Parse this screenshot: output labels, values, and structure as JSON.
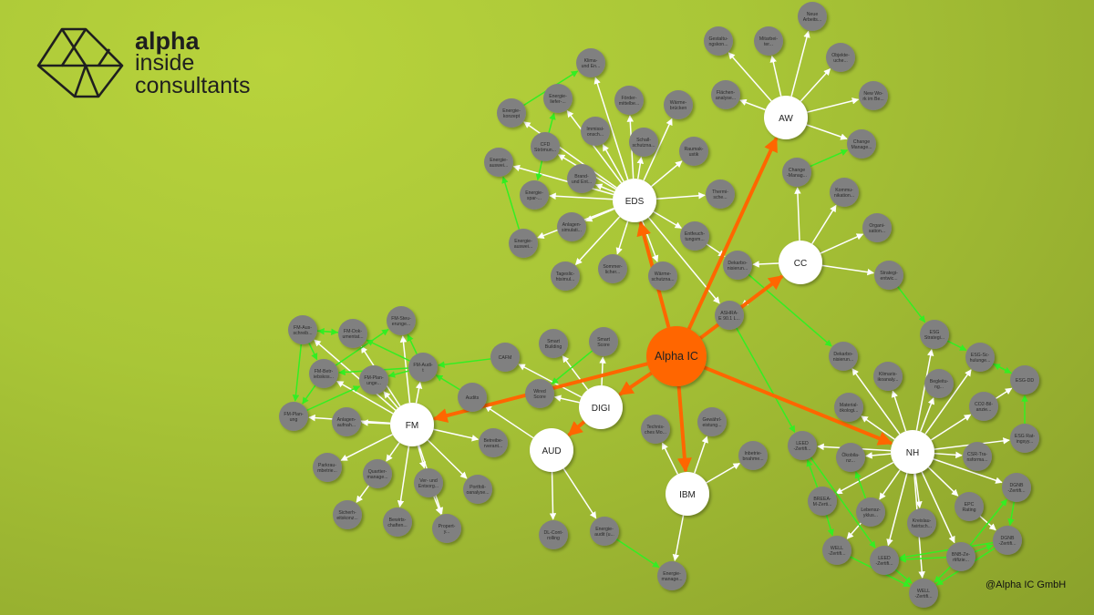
{
  "brand": {
    "line1": "alpha",
    "line2": "inside",
    "line3": "consultants"
  },
  "copyright": "@Alpha IC GmbH",
  "colors": {
    "orange": "#ff6600",
    "green": "#33ee22",
    "white": "#ffffff",
    "node_gray": "#808080"
  },
  "nodes": [
    {
      "id": "ALPHA",
      "label": "Alpha IC",
      "kind": "root"
    },
    {
      "id": "EDS",
      "label": "EDS",
      "kind": "hub"
    },
    {
      "id": "AW",
      "label": "AW",
      "kind": "hub"
    },
    {
      "id": "CC",
      "label": "CC",
      "kind": "hub"
    },
    {
      "id": "NH",
      "label": "NH",
      "kind": "hub"
    },
    {
      "id": "FM",
      "label": "FM",
      "kind": "hub"
    },
    {
      "id": "DIGI",
      "label": "DIGI",
      "kind": "hub"
    },
    {
      "id": "AUD",
      "label": "AUD",
      "kind": "hub"
    },
    {
      "id": "IBM",
      "label": "IBM",
      "kind": "hub"
    },
    {
      "id": "e1",
      "label": "Klima-\nund En..."
    },
    {
      "id": "e2",
      "label": "Energie-\nkonzept"
    },
    {
      "id": "e3",
      "label": "Energie-\nliefer-..."
    },
    {
      "id": "e4",
      "label": "Förder-\nmittelbe..."
    },
    {
      "id": "e5",
      "label": "Wärme-\nbrücken"
    },
    {
      "id": "e6",
      "label": "Immissi-\nonsch..."
    },
    {
      "id": "e7",
      "label": "CFD\nStrömun..."
    },
    {
      "id": "e8",
      "label": "Schall-\nschutzna..."
    },
    {
      "id": "e9",
      "label": "Raumak-\nustik"
    },
    {
      "id": "e10",
      "label": "Energie-\nauswei..."
    },
    {
      "id": "e11",
      "label": "Brand-\nund Ent..."
    },
    {
      "id": "e12",
      "label": "Energie-\nspar-..."
    },
    {
      "id": "e13",
      "label": "Thermi-\nsche..."
    },
    {
      "id": "e14",
      "label": "Anlagen-\nsimulati..."
    },
    {
      "id": "e15",
      "label": "Energie-\nauswei..."
    },
    {
      "id": "e16",
      "label": "Entfeuch-\ntungsm..."
    },
    {
      "id": "e17",
      "label": "Tageslic-\nhtsimul..."
    },
    {
      "id": "e18",
      "label": "Sommer-\nlicher..."
    },
    {
      "id": "e19",
      "label": "Wärme-\nschutzna..."
    },
    {
      "id": "a1",
      "label": "Neue\nArbeits..."
    },
    {
      "id": "a2",
      "label": "Gestaltu-\nngskon..."
    },
    {
      "id": "a3",
      "label": "Mitarbei-\nter..."
    },
    {
      "id": "a4",
      "label": "Objekte-\nuche..."
    },
    {
      "id": "a5",
      "label": "Flächen-\nanalyse..."
    },
    {
      "id": "a6",
      "label": "New Wo-\nrk im Be..."
    },
    {
      "id": "a7",
      "label": "Change\nManage..."
    },
    {
      "id": "c1",
      "label": "Change\n-Manag..."
    },
    {
      "id": "c2",
      "label": "Kommu-\nnikation..."
    },
    {
      "id": "c3",
      "label": "Organi-\nsation..."
    },
    {
      "id": "c4",
      "label": "Strategi-\nentwic..."
    },
    {
      "id": "c5",
      "label": "Dekarbo-\nnisierun..."
    },
    {
      "id": "c6",
      "label": "ASHRA-\nE 90.1 L..."
    },
    {
      "id": "n1",
      "label": "ESG\nStrategi..."
    },
    {
      "id": "n2",
      "label": "Dekarbo-\nnisierun..."
    },
    {
      "id": "n3",
      "label": "Klimaris-\nikoanaly..."
    },
    {
      "id": "n4",
      "label": "ESG-Sc-\nhulunge..."
    },
    {
      "id": "n5",
      "label": "Begleitu-\nng..."
    },
    {
      "id": "n6",
      "label": "ESG-DD"
    },
    {
      "id": "n7",
      "label": "Material-\nökologi..."
    },
    {
      "id": "n8",
      "label": "CO2-Bil-\nanzie..."
    },
    {
      "id": "n9",
      "label": "ESG Rat-\ningsyy..."
    },
    {
      "id": "n10",
      "label": "LEED\n-Zertifi..."
    },
    {
      "id": "n11",
      "label": "Ökobila-\nnz..."
    },
    {
      "id": "n12",
      "label": "CSR-Tra-\nnsforma..."
    },
    {
      "id": "n13",
      "label": "BREEA-\nM-Zerti..."
    },
    {
      "id": "n14",
      "label": "Lebensz-\nyklus..."
    },
    {
      "id": "n15",
      "label": "EPC\nRating"
    },
    {
      "id": "n16",
      "label": "DGNB\n-Zertifi..."
    },
    {
      "id": "n17",
      "label": "Kreislau-\nfwirtsch..."
    },
    {
      "id": "n18",
      "label": "DGNB\n-Zertifi..."
    },
    {
      "id": "n19",
      "label": "WELL\n-Zertifi..."
    },
    {
      "id": "n20",
      "label": "LEED\n-Zertifi..."
    },
    {
      "id": "n21",
      "label": "BNB-Ze-\nrtifizie..."
    },
    {
      "id": "n22",
      "label": "WELL\n-Zertifi..."
    },
    {
      "id": "f1",
      "label": "FM-Aus-\nschreib..."
    },
    {
      "id": "f2",
      "label": "FM-Dok-\numentat..."
    },
    {
      "id": "f3",
      "label": "FM-Steu-\nerunge..."
    },
    {
      "id": "f4",
      "label": "FM-Betr-\niebskos..."
    },
    {
      "id": "f5",
      "label": "FM-Plan-\nunge..."
    },
    {
      "id": "f6",
      "label": "FM-Audi-\nt"
    },
    {
      "id": "f7",
      "label": "CAFM"
    },
    {
      "id": "f8",
      "label": "FM-Plan-\nung"
    },
    {
      "id": "f9",
      "label": "Anlagen-\naufnah..."
    },
    {
      "id": "f10",
      "label": "Audits"
    },
    {
      "id": "f11",
      "label": "Betreibe-\nrverant..."
    },
    {
      "id": "f12",
      "label": "Parkrau-\nmbetrie..."
    },
    {
      "id": "f13",
      "label": "Quartier-\nmanage..."
    },
    {
      "id": "f14",
      "label": "Ver- und\nEntsorg..."
    },
    {
      "id": "f15",
      "label": "Portfoli-\noanalyse..."
    },
    {
      "id": "f16",
      "label": "Sicherh-\neitskonz..."
    },
    {
      "id": "f17",
      "label": "Bewirts-\nchaften..."
    },
    {
      "id": "f18",
      "label": "Propert-\ny..."
    },
    {
      "id": "d1",
      "label": "Smart\nBuilding"
    },
    {
      "id": "d2",
      "label": "Smart\nScore"
    },
    {
      "id": "d3",
      "label": "Wired\nScore"
    },
    {
      "id": "u1",
      "label": "DL-Cont-\nrolling"
    },
    {
      "id": "u2",
      "label": "Energie-\naudit (u..."
    },
    {
      "id": "i1",
      "label": "Technis-\nches Mo..."
    },
    {
      "id": "i2",
      "label": "Gewährl-\neistung..."
    },
    {
      "id": "i3",
      "label": "Inbetrie-\nbnahme..."
    },
    {
      "id": "i4",
      "label": "Energie-\nmanage..."
    }
  ],
  "edges": {
    "orange": [
      [
        "ALPHA",
        "EDS"
      ],
      [
        "ALPHA",
        "AW"
      ],
      [
        "ALPHA",
        "CC"
      ],
      [
        "ALPHA",
        "NH"
      ],
      [
        "ALPHA",
        "FM"
      ],
      [
        "ALPHA",
        "DIGI"
      ],
      [
        "ALPHA",
        "IBM"
      ],
      [
        "DIGI",
        "AUD"
      ]
    ],
    "white": [
      [
        "EDS",
        "e1"
      ],
      [
        "EDS",
        "e2"
      ],
      [
        "EDS",
        "e3"
      ],
      [
        "EDS",
        "e4"
      ],
      [
        "EDS",
        "e5"
      ],
      [
        "EDS",
        "e6"
      ],
      [
        "EDS",
        "e7"
      ],
      [
        "EDS",
        "e8"
      ],
      [
        "EDS",
        "e9"
      ],
      [
        "EDS",
        "e10"
      ],
      [
        "EDS",
        "e11"
      ],
      [
        "EDS",
        "e12"
      ],
      [
        "EDS",
        "e13"
      ],
      [
        "EDS",
        "e14"
      ],
      [
        "EDS",
        "e15"
      ],
      [
        "EDS",
        "e16"
      ],
      [
        "EDS",
        "e17"
      ],
      [
        "EDS",
        "e18"
      ],
      [
        "EDS",
        "e19"
      ],
      [
        "EDS",
        "c6"
      ],
      [
        "e16",
        "c5"
      ],
      [
        "AW",
        "a1"
      ],
      [
        "AW",
        "a2"
      ],
      [
        "AW",
        "a3"
      ],
      [
        "AW",
        "a4"
      ],
      [
        "AW",
        "a5"
      ],
      [
        "AW",
        "a6"
      ],
      [
        "AW",
        "a7"
      ],
      [
        "CC",
        "c1"
      ],
      [
        "CC",
        "c2"
      ],
      [
        "CC",
        "c3"
      ],
      [
        "CC",
        "c4"
      ],
      [
        "CC",
        "c5"
      ],
      [
        "CC",
        "c6"
      ],
      [
        "NH",
        "n1"
      ],
      [
        "NH",
        "n2"
      ],
      [
        "NH",
        "n3"
      ],
      [
        "NH",
        "n4"
      ],
      [
        "NH",
        "n5"
      ],
      [
        "NH",
        "n7"
      ],
      [
        "NH",
        "n8"
      ],
      [
        "NH",
        "n9"
      ],
      [
        "NH",
        "n10"
      ],
      [
        "NH",
        "n11"
      ],
      [
        "NH",
        "n12"
      ],
      [
        "NH",
        "n13"
      ],
      [
        "NH",
        "n14"
      ],
      [
        "NH",
        "n15"
      ],
      [
        "NH",
        "n16"
      ],
      [
        "NH",
        "n17"
      ],
      [
        "NH",
        "n20"
      ],
      [
        "NH",
        "n21"
      ],
      [
        "NH",
        "n22"
      ],
      [
        "n8",
        "n6"
      ],
      [
        "n14",
        "n19"
      ],
      [
        "n15",
        "n18"
      ],
      [
        "FM",
        "f1"
      ],
      [
        "FM",
        "f2"
      ],
      [
        "FM",
        "f3"
      ],
      [
        "FM",
        "f4"
      ],
      [
        "FM",
        "f5"
      ],
      [
        "FM",
        "f6"
      ],
      [
        "FM",
        "f8"
      ],
      [
        "FM",
        "f9"
      ],
      [
        "FM",
        "f11"
      ],
      [
        "FM",
        "f12"
      ],
      [
        "FM",
        "f13"
      ],
      [
        "FM",
        "f14"
      ],
      [
        "FM",
        "f15"
      ],
      [
        "FM",
        "f17"
      ],
      [
        "FM",
        "f18"
      ],
      [
        "f13",
        "f16"
      ],
      [
        "f14",
        "f18"
      ],
      [
        "DIGI",
        "d1"
      ],
      [
        "DIGI",
        "d2"
      ],
      [
        "DIGI",
        "d3"
      ],
      [
        "DIGI",
        "f7"
      ],
      [
        "AUD",
        "f10"
      ],
      [
        "AUD",
        "u1"
      ],
      [
        "AUD",
        "u2"
      ],
      [
        "IBM",
        "i1"
      ],
      [
        "IBM",
        "i2"
      ],
      [
        "IBM",
        "i3"
      ],
      [
        "IBM",
        "i4"
      ]
    ],
    "green": [
      [
        "e2",
        "e1"
      ],
      [
        "e7",
        "e3"
      ],
      [
        "e7",
        "e12"
      ],
      [
        "e15",
        "e10"
      ],
      [
        "c1",
        "a7"
      ],
      [
        "c5",
        "n2"
      ],
      [
        "c6",
        "n10"
      ],
      [
        "c4",
        "n1"
      ],
      [
        "n1",
        "n4"
      ],
      [
        "n4",
        "n6"
      ],
      [
        "n6",
        "n4"
      ],
      [
        "n9",
        "n6"
      ],
      [
        "n13",
        "n10"
      ],
      [
        "n13",
        "n19"
      ],
      [
        "n14",
        "n11"
      ],
      [
        "n10",
        "n20"
      ],
      [
        "n19",
        "n22"
      ],
      [
        "n20",
        "n22"
      ],
      [
        "n21",
        "n20"
      ],
      [
        "n21",
        "n18"
      ],
      [
        "n21",
        "n16"
      ],
      [
        "n16",
        "n18"
      ],
      [
        "n18",
        "n20"
      ],
      [
        "n21",
        "n22"
      ],
      [
        "n18",
        "n22"
      ],
      [
        "f1",
        "f2"
      ],
      [
        "f1",
        "f4"
      ],
      [
        "f1",
        "f8"
      ],
      [
        "f6",
        "f3"
      ],
      [
        "f6",
        "f2"
      ],
      [
        "f6",
        "f4"
      ],
      [
        "f6",
        "f5"
      ],
      [
        "f4",
        "f3"
      ],
      [
        "f4",
        "f8"
      ],
      [
        "f8",
        "f5"
      ],
      [
        "f7",
        "f6"
      ],
      [
        "f10",
        "f6"
      ],
      [
        "f2",
        "f1"
      ],
      [
        "d2",
        "d3"
      ],
      [
        "u2",
        "i4"
      ]
    ]
  }
}
